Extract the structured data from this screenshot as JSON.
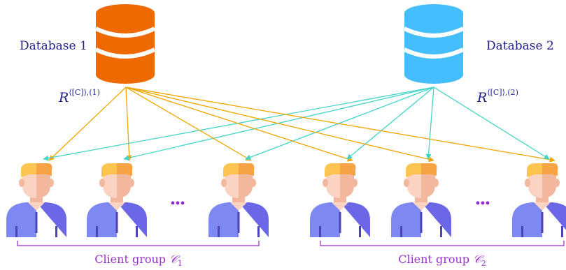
{
  "databases": [
    {
      "label": "Database 1",
      "response": "R",
      "response_sup": "⟨[C]⟩,(1)",
      "color": "#EE6A00",
      "gap_color": "#ffffff"
    },
    {
      "label": "Database 2",
      "response": "R",
      "response_sup": "⟨[C]⟩,(2)",
      "color": "#45BEFF",
      "gap_color": "#ffffff"
    }
  ],
  "groups": [
    {
      "label": "Client group ",
      "symbol": "𝒞",
      "subscript": "1",
      "client_count": 3,
      "ellipsis": "•••"
    },
    {
      "label": "Client group ",
      "symbol": "𝒞",
      "subscript": "2",
      "client_count": 3,
      "ellipsis": "•••"
    }
  ],
  "colors": {
    "label_text": "#1F1F8F",
    "group_text": "#9B30D0",
    "bracket": "#A64FCF",
    "arrow_db1": "#F0A500",
    "arrow_db2": "#45D4C8",
    "ellipsis": "#8E2BD6",
    "hair_light": "#FDC452",
    "hair_dark": "#F6A345",
    "face_light": "#FAD3C2",
    "face_dark": "#F3B79E",
    "shirt_light": "#7E88F2",
    "shirt_dark": "#6B67E6",
    "shirt_detail": "#4B44B8"
  }
}
